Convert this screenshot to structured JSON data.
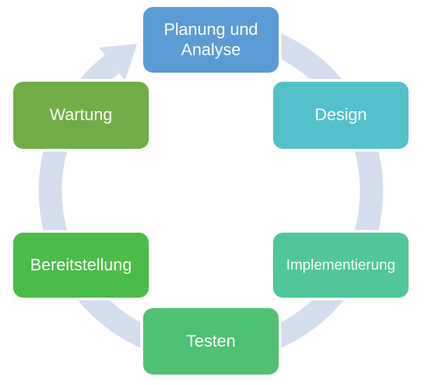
{
  "diagram": {
    "kind": "cycle",
    "direction": "clockwise",
    "background_color": "#FFFFFF",
    "arrow_color": "#D4DDEE",
    "text_color": "#FFFFFF",
    "nodes": [
      {
        "label": "Planung und Analyse",
        "color": "#5B9BD5",
        "position": "top"
      },
      {
        "label": "Design",
        "color": "#53C1CC",
        "position": "upper-right"
      },
      {
        "label": "Implementierung",
        "color": "#50C69A",
        "position": "lower-right"
      },
      {
        "label": "Testen",
        "color": "#4EC272",
        "position": "bottom"
      },
      {
        "label": "Bereitstellung",
        "color": "#4BBC49",
        "position": "lower-left"
      },
      {
        "label": "Wartung",
        "color": "#70AD47",
        "position": "upper-left"
      }
    ]
  }
}
